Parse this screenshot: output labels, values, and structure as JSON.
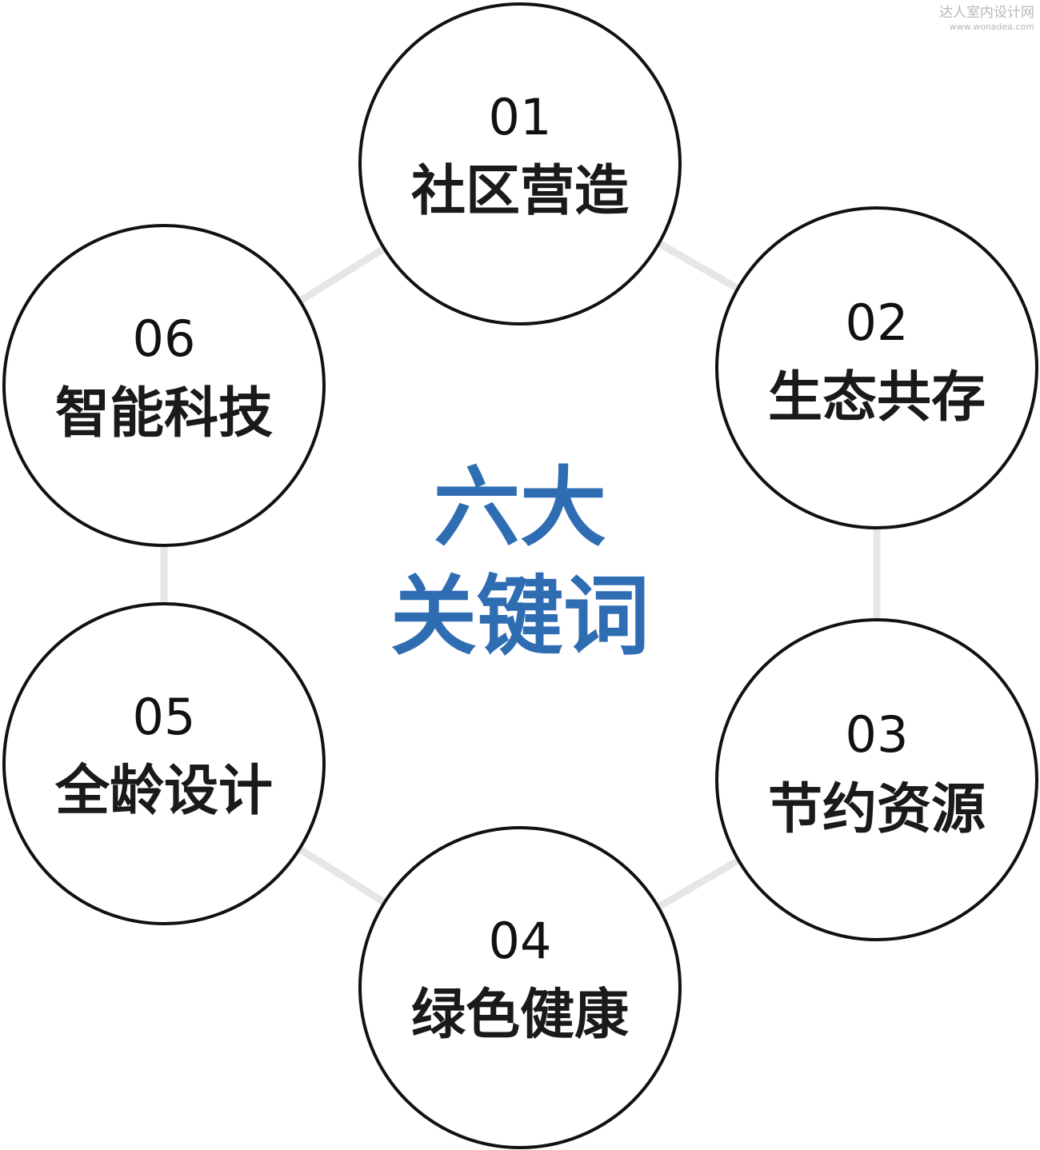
{
  "watermark": {
    "title": "达人室内设计网",
    "url": "www.wonadea.com"
  },
  "center": {
    "line1": "六大",
    "line2": "关键词"
  },
  "keywords": [
    {
      "number": "01",
      "label": "社区营造"
    },
    {
      "number": "02",
      "label": "生态共存"
    },
    {
      "number": "03",
      "label": "节约资源"
    },
    {
      "number": "04",
      "label": "绿色健康"
    },
    {
      "number": "05",
      "label": "全龄设计"
    },
    {
      "number": "06",
      "label": "智能科技"
    }
  ],
  "colors": {
    "accent": "#2f6db3",
    "ring": "#e6e6e6",
    "circle_stroke": "#111111",
    "watermark": "#b8b8b8"
  }
}
